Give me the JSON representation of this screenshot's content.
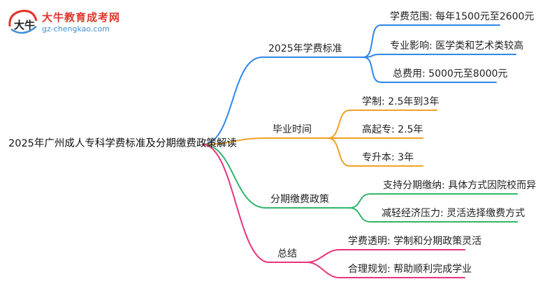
{
  "logo": {
    "title": "大牛教育成考网",
    "url": "gz-chengkao.com",
    "mark": "大牛"
  },
  "root": "2025年广州成人专科学费标准及分期缴费政策解读",
  "branches": [
    {
      "label": "2025年学费标准",
      "color": "#2f86e8",
      "children": [
        "学费范围: 每年1500元至2600元",
        "专业影响: 医学类和艺术类较高",
        "总费用: 5000元至8000元"
      ]
    },
    {
      "label": "毕业时间",
      "color": "#f0a023",
      "children": [
        "学制: 2.5年到3年",
        "高起专: 2.5年",
        "专升本: 3年"
      ]
    },
    {
      "label": "分期缴费政策",
      "color": "#2fb56a",
      "children": [
        "支持分期缴纳: 具体方式因院校而异",
        "减轻经济压力: 灵活选择缴费方式"
      ]
    },
    {
      "label": "总结",
      "color": "#e8337d",
      "children": [
        "学费透明: 学制和分期政策灵活",
        "合理规划: 帮助顺利完成学业"
      ]
    }
  ]
}
